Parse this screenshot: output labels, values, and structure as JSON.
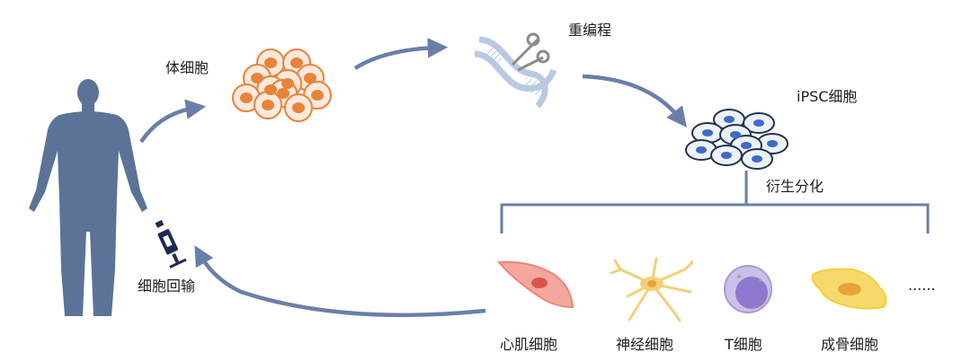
{
  "labels": {
    "somatic_cell": "体细胞",
    "reprogramming": "重编程",
    "ipsc_cell": "iPSC细胞",
    "differentiation": "衍生分化",
    "cell_infusion": "细胞回输",
    "cardiomyocyte": "心肌细胞",
    "neuron": "神经细胞",
    "t_cell": "T细胞",
    "osteoblast": "成骨细胞",
    "more": "......"
  },
  "colors": {
    "human": "#5b7397",
    "arrow": "#6a7fa8",
    "somatic_fill": "#fbe9dc",
    "somatic_stroke": "#e8833a",
    "somatic_nucleus": "#e8833a",
    "ipsc_fill": "#edf2fa",
    "ipsc_stroke": "#23344f",
    "ipsc_nucleus": "#3f6bc8",
    "dna_strand": "#b9c9e2",
    "scissors": "#8c8c8c",
    "syringe": "#1d2a55",
    "cardio": "#ee8479",
    "neuron": "#f2cf79",
    "tcell": "#b7a9dc",
    "osteo": "#f3cf3a"
  },
  "icons": [
    "human-silhouette",
    "somatic-cell-cluster",
    "dna-scissors-icon",
    "ipsc-cell-cluster",
    "syringe-icon",
    "cardiomyocyte-icon",
    "neuron-icon",
    "t-cell-icon",
    "osteoblast-icon"
  ]
}
